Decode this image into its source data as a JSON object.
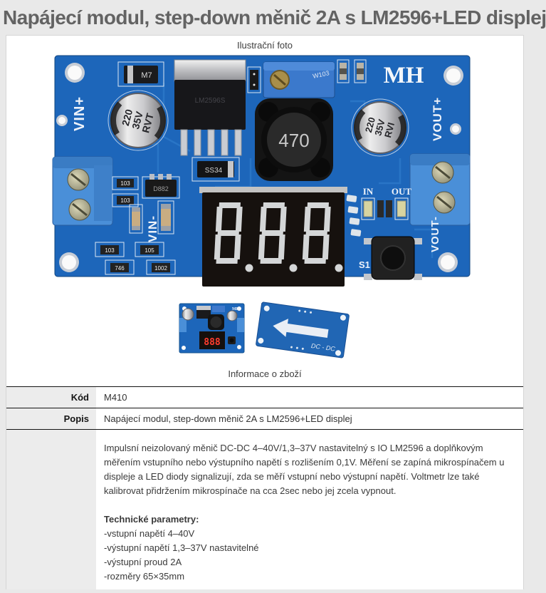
{
  "page": {
    "title": "Napájecí modul, step-down měnič 2A s LM2596+LED displej",
    "photo_caption": "Ilustrační foto",
    "info_caption": "Informace o zboží"
  },
  "photo": {
    "labels": {
      "brand": "MH",
      "vin_plus": "VIN+",
      "vin_minus": "VIN-",
      "vout_plus": "VOUT+",
      "vout_minus": "VOUT-",
      "inductor": "470",
      "cap_value": "220",
      "cap_volt": "35V",
      "cap_series1": "RVT",
      "cap_series2": "RVI",
      "diode1": "M7",
      "diode2": "SS34",
      "transistor": "D882",
      "chip": "LM2596S",
      "trimmer": "W103",
      "led_in": "IN",
      "led_out": "OUT",
      "switch_ref": "S1",
      "r1": "103",
      "r2": "105",
      "r3": "746",
      "r4": "1002",
      "thumb_digits": "888"
    },
    "back_label": "DC - DC"
  },
  "table": {
    "rows": [
      {
        "label": "Kód",
        "value": "M410"
      },
      {
        "label": "Popis",
        "value": "Napájecí modul, step-down měnič 2A s LM2596+LED displej"
      }
    ],
    "description": {
      "paragraph": "Impulsní neizolovaný měnič DC-DC 4–40V/1,3–37V nastavitelný s IO LM2596 a doplňkovým měřením vstupního nebo výstupního napětí s rozlišením 0,1V. Měření se zapíná mikrospínačem u displeje a LED diody signalizují, zda se měří vstupní nebo výstupní napětí. Voltmetr lze také kalibrovat přidržením mikrospínače na cca 2sec nebo jej zcela vypnout.",
      "tech_title": "Technické parametry:",
      "tech_items": [
        "-vstupní napětí 4–40V",
        "-výstupní napětí 1,3–37V nastavitelné",
        "-výstupní proud 2A",
        "-rozměry 65×35mm"
      ]
    }
  },
  "colors": {
    "pcb_blue": "#1d66ba",
    "terminal_blue": "#4a8fd8",
    "display_digit_gray": "#d4d6d7",
    "thumb_digit_red": "#ff3c2e"
  }
}
